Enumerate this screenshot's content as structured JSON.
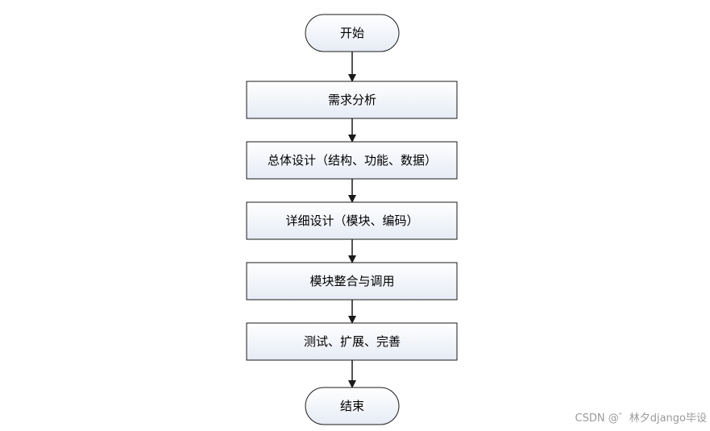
{
  "flowchart": {
    "start": "开始",
    "steps": [
      "需求分析",
      "总体设计（结构、功能、数据）",
      "详细设计（模块、编码）",
      "模块整合与调用",
      "测试、扩展、完善"
    ],
    "end": "结束"
  },
  "watermark": "CSDN @゛林夕django毕设",
  "colors": {
    "box_fill_top": "#ffffff",
    "box_fill_bottom": "#e6ebf5",
    "stroke": "#1a1a1a"
  }
}
